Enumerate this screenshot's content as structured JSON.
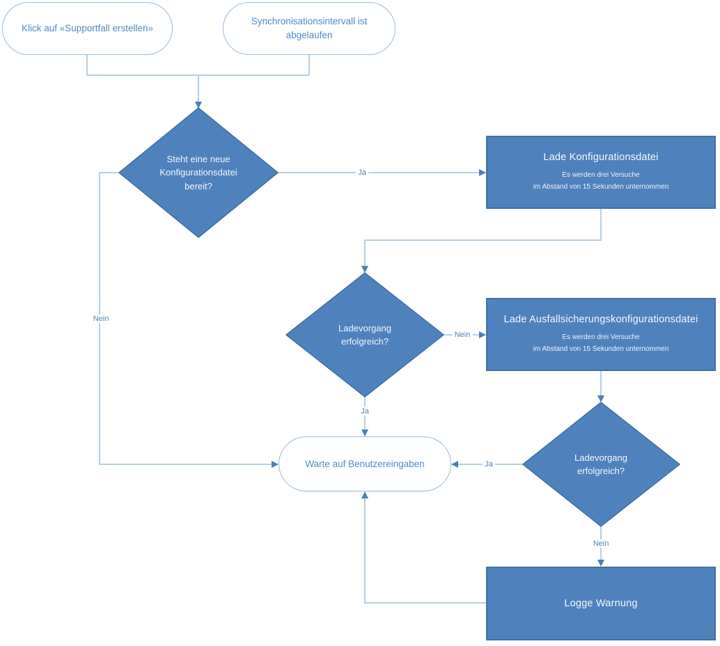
{
  "flowchart": {
    "nodes": {
      "start_supportfall": {
        "type": "terminator",
        "label": "Klick auf «Supportfall erstellen»"
      },
      "start_sync": {
        "type": "terminator",
        "label": "Synchronisationsintervall ist abgelaufen"
      },
      "decision_new_config": {
        "type": "decision",
        "label": "Steht eine neue Konfigurationsdatei bereit?"
      },
      "process_load_config": {
        "type": "process",
        "title": "Lade Konfigurationsdatei",
        "note_line1": "Es werden drei Versuche",
        "note_line2": "im Abstand von 15 Sekunden unternommen"
      },
      "decision_load_success_1": {
        "type": "decision",
        "label": "Ladevorgang erfolgreich?"
      },
      "process_load_failover_config": {
        "type": "process",
        "title": "Lade Ausfallsicherungskonfigurationsdatei",
        "note_line1": "Es werden drei Versuche",
        "note_line2": "im Abstand von 15 Sekunden unternommen"
      },
      "decision_load_success_2": {
        "type": "decision",
        "label": "Ladevorgang erfolgreich?"
      },
      "wait_user_input": {
        "type": "terminator",
        "label": "Warte auf Benutzereingaben"
      },
      "process_log_warning": {
        "type": "process",
        "title": "Logge Warnung"
      }
    },
    "edge_labels": {
      "new_config_yes": "Ja",
      "new_config_no": "Nein",
      "load_success_1_no": "Nein",
      "load_success_1_yes": "Ja",
      "load_success_2_yes": "Ja",
      "load_success_2_no": "Nein"
    },
    "colors": {
      "shape_fill": "#4f81bd",
      "shape_border": "#41719c",
      "terminator_border": "#95b9e0",
      "terminator_text": "#4e89cd",
      "connector_line": "#9dbde0",
      "arrowhead": "#4a7ebc",
      "label_text": "#4f81bd"
    }
  }
}
